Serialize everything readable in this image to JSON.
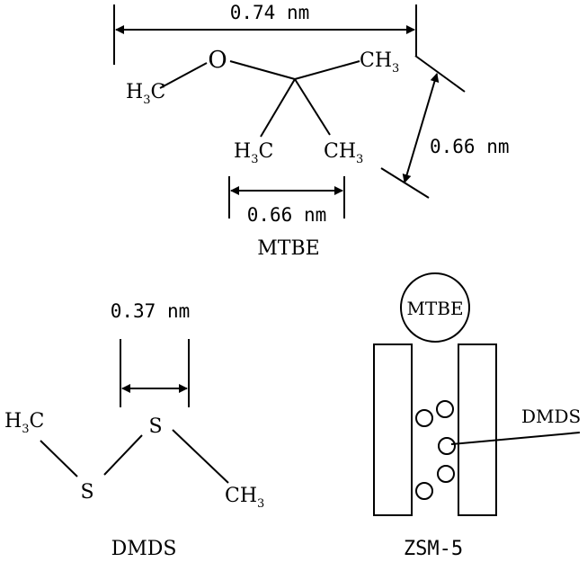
{
  "mtbe": {
    "width_label": "0.74 nm",
    "height_label": "0.66 nm",
    "base_label": "0.66 nm",
    "atoms": {
      "oxygen": "O",
      "left_methyl": {
        "main": "H",
        "sub": "3",
        "tail": "C"
      },
      "right_methyl": {
        "main": "CH",
        "sub": "3"
      },
      "bottom_left_methyl": {
        "main": "H",
        "sub": "3",
        "tail": "C"
      },
      "bottom_right_methyl": {
        "main": "CH",
        "sub": "3"
      }
    },
    "caption": "MTBE"
  },
  "dmds": {
    "dimension_label": "0.37 nm",
    "atoms": {
      "left_methyl": {
        "main": "H",
        "sub": "3",
        "tail": "C"
      },
      "sulfur_top": "S",
      "sulfur_bottom": "S",
      "right_methyl": {
        "main": "CH",
        "sub": "3"
      }
    },
    "caption": "DMDS"
  },
  "zsm5": {
    "molecule_label": "MTBE",
    "pore_label": "DMDS",
    "caption": "ZSM-5"
  }
}
